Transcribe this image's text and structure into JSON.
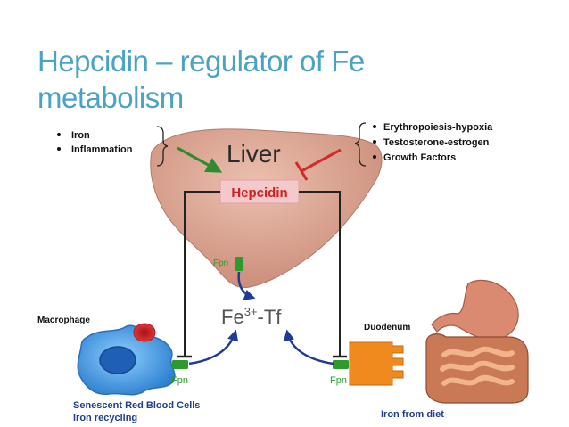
{
  "slide": {
    "title_line1": "Hepcidin – regulator of Fe",
    "title_line2": "metabolism",
    "title_color": "#4aa3c4"
  },
  "inputs_left": [
    {
      "label": "Iron"
    },
    {
      "label": "Inflammation"
    }
  ],
  "inputs_right": [
    {
      "label": "Erythropoiesis-hypoxia"
    },
    {
      "label": "Testosterone-estrogen"
    },
    {
      "label": "Growth Factors"
    }
  ],
  "diagram": {
    "liver_label": "Liver",
    "hepcidin_label": "Hepcidin",
    "fpn_label": "Fpn",
    "fe_label": "Fe",
    "fe_superscript": "3+",
    "tf_label": "-Tf",
    "macrophage_label": "Macrophage",
    "duodenum_label": "Duodenum",
    "rbc_label_line1": "Senescent Red Blood Cells",
    "rbc_label_line2": "iron recycling",
    "diet_label": "Iron from diet"
  },
  "colors": {
    "activator_arrow": "#2e8b2e",
    "inhibitor_arrow": "#d42a2a",
    "fpn_green": "#2c9a2c",
    "transport_arrow": "#1f3b94",
    "hepcidin_text": "#cc2222",
    "liver_fill": "#dca08e",
    "caption_blue": "#1f3f8c"
  }
}
